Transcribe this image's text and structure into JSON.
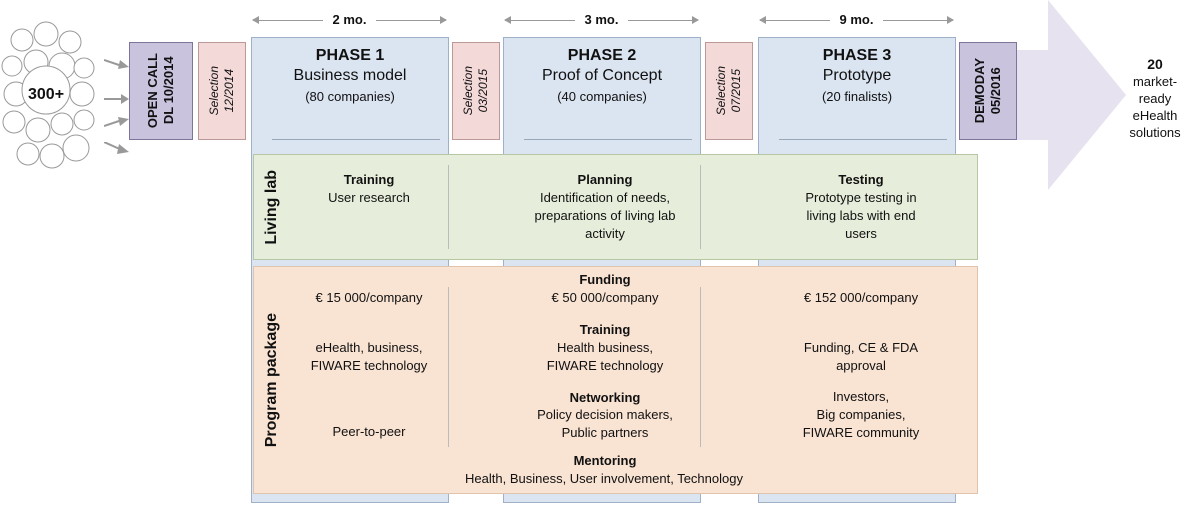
{
  "start": {
    "count": "300+"
  },
  "gates": {
    "open_call": "OPEN CALL\nDL 10/2014",
    "selection_1": "Selection\n12/2014",
    "selection_2": "Selection\n03/2015",
    "selection_3": "Selection\n07/2015",
    "demoday": "DEMODAY\n05/2016"
  },
  "phases": [
    {
      "duration": "2 mo.",
      "title": "PHASE 1",
      "subtitle": "Business model",
      "count": "(80 companies)"
    },
    {
      "duration": "3 mo.",
      "title": "PHASE 2",
      "subtitle": "Proof of Concept",
      "count": "(40 companies)"
    },
    {
      "duration": "9 mo.",
      "title": "PHASE 3",
      "subtitle": "Prototype",
      "count": "(20 finalists)"
    }
  ],
  "result": {
    "count": "20",
    "text": "market-\nready\neHealth\nsolutions"
  },
  "living_lab": {
    "label": "Living lab",
    "cells": [
      {
        "heading": "Training",
        "text": "User research"
      },
      {
        "heading": "Planning",
        "text": "Identification of needs,\npreparations of living lab\nactivity"
      },
      {
        "heading": "Testing",
        "text": "Prototype testing in\nliving labs with end\nusers"
      }
    ]
  },
  "program": {
    "label": "Program package",
    "funding": {
      "heading": "Funding",
      "p1": "€ 15 000/company",
      "p2": "€ 50 000/company",
      "p3": "€ 152 000/company"
    },
    "training": {
      "heading": "Training",
      "p1": "eHealth, business,\nFIWARE technology",
      "p2": "Health business,\nFIWARE technology",
      "p3": "Funding, CE & FDA\napproval"
    },
    "networking": {
      "heading": "Networking",
      "p1": "Peer-to-peer",
      "p2": "Policy decision makers,\nPublic partners",
      "p3": "Investors,\nBig companies,\nFIWARE community"
    },
    "mentoring": {
      "heading": "Mentoring",
      "text": "Health, Business, User involvement, Technology"
    }
  },
  "colors": {
    "phase_bg": "#dbe4f1",
    "gate_purple": "#c9c3de",
    "selection_pink": "#f4d9d9",
    "living_lab_green": "#e6eedb",
    "program_peach": "#f9e3d3",
    "result_arrow": "#e6e2ef"
  }
}
